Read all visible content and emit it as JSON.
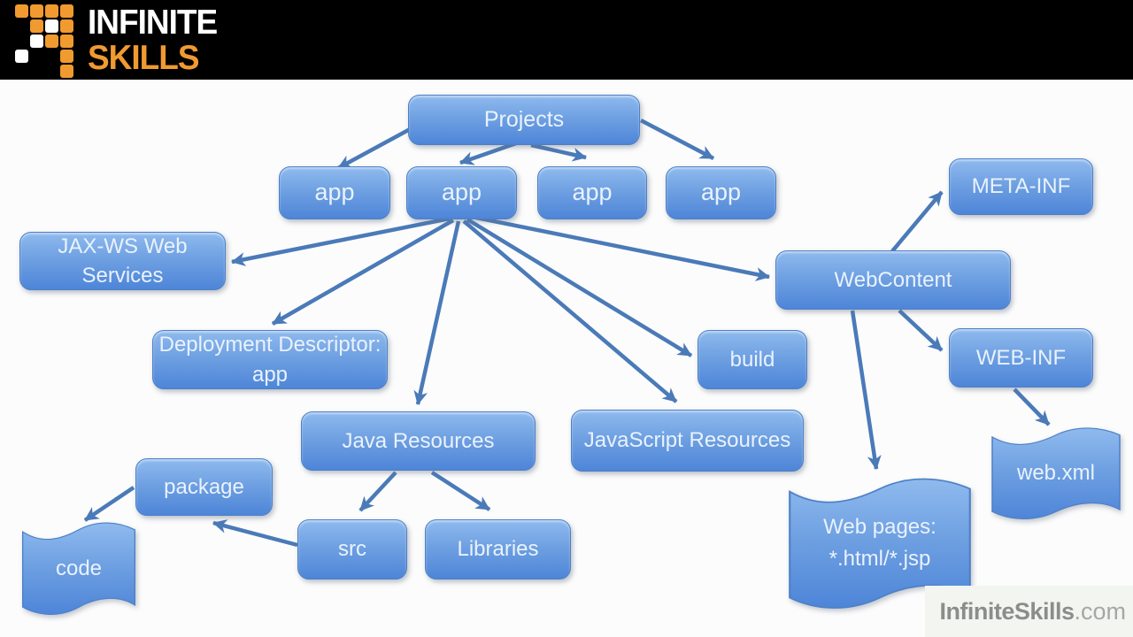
{
  "header": {
    "brand_line1": "INFINITE",
    "brand_line2": "SKILLS",
    "logo_pattern": [
      "OOOO",
      ".OWO",
      ".WOO",
      "W..O",
      "...O"
    ]
  },
  "diagram": {
    "nodes": {
      "projects": {
        "label": "Projects"
      },
      "app1": {
        "label": "app"
      },
      "app2": {
        "label": "app"
      },
      "app3": {
        "label": "app"
      },
      "app4": {
        "label": "app"
      },
      "jaxws": {
        "label": "JAX-WS Web Services"
      },
      "deployment": {
        "label": "Deployment Descriptor: app"
      },
      "javares": {
        "label": "Java Resources"
      },
      "build": {
        "label": "build"
      },
      "jsres": {
        "label": "JavaScript Resources"
      },
      "webcontent": {
        "label": "WebContent"
      },
      "metainf": {
        "label": "META-INF"
      },
      "webinf": {
        "label": "WEB-INF"
      },
      "package": {
        "label": "package"
      },
      "src": {
        "label": "src"
      },
      "libraries": {
        "label": "Libraries"
      },
      "code": {
        "label": "code"
      },
      "webxml": {
        "label": "web.xml"
      },
      "webpages": {
        "label": "Web pages: *.html/*.jsp"
      }
    },
    "edges": [
      [
        "projects",
        "app1"
      ],
      [
        "projects",
        "app2"
      ],
      [
        "projects",
        "app3"
      ],
      [
        "projects",
        "app4"
      ],
      [
        "app2",
        "jaxws"
      ],
      [
        "app2",
        "deployment"
      ],
      [
        "app2",
        "javares"
      ],
      [
        "app2",
        "jsres"
      ],
      [
        "app2",
        "build"
      ],
      [
        "app2",
        "webcontent"
      ],
      [
        "webcontent",
        "metainf"
      ],
      [
        "webcontent",
        "webinf"
      ],
      [
        "webcontent",
        "webpages"
      ],
      [
        "webinf",
        "webxml"
      ],
      [
        "javares",
        "src"
      ],
      [
        "javares",
        "libraries"
      ],
      [
        "src",
        "package"
      ],
      [
        "package",
        "code"
      ]
    ]
  },
  "watermark": {
    "brand": "InfiniteSkills",
    "suffix": ".com"
  },
  "colors": {
    "logo_orange": "#F09A30",
    "node_gradient_top": "#8FBAEE",
    "node_gradient_bottom": "#4E85D8",
    "arrow": "#4A7AB8",
    "canvas": "#FCFCFC",
    "watermark_bg": "#F3F5F0",
    "watermark_text": "#8A8E8A",
    "watermark_suffix": "#A4A8A4"
  }
}
